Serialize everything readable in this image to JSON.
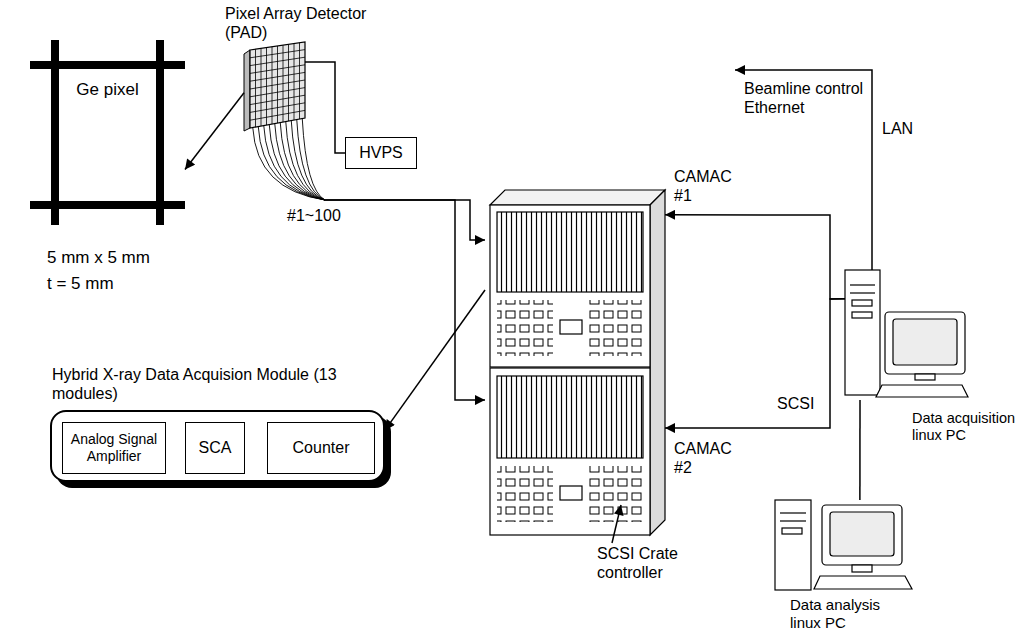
{
  "diagram": {
    "nodes": [
      {
        "text": [
          "Ge pixel"
        ]
      },
      {
        "text": [
          "Pixel Array Detector (PAD)"
        ]
      },
      {
        "text": [
          "HVPS"
        ]
      },
      {
        "text": [
          "SCSI Crate controller"
        ]
      },
      {
        "text": [
          "Hybrid X-ray Data Acquision Module (13 modules)"
        ]
      },
      {
        "text": [
          "Analog Signal Amplifier"
        ],
        "in": 4
      },
      {
        "text": [
          "SCA"
        ],
        "in": 4
      },
      {
        "text": [
          "Counter"
        ],
        "in": 4
      },
      {
        "text": [
          "Data acquisition linux PC"
        ]
      },
      {
        "text": [
          "Data analysis linux PC"
        ]
      }
    ],
    "edges": [
      {
        "from": 1,
        "to": 0,
        "arrow": "to"
      },
      {
        "from": 1,
        "to": 2,
        "arrow": "none"
      },
      {
        "from": 1,
        "to": 3,
        "arrow": "to",
        "label": "#1~100"
      },
      {
        "from": 3,
        "to": 4,
        "arrow": "to"
      },
      {
        "from": 5,
        "to": 6,
        "arrow": "none"
      },
      {
        "from": 6,
        "to": 7,
        "arrow": "none"
      },
      {
        "from": 8,
        "to": 3,
        "arrow": "to",
        "label": "SCSI"
      },
      {
        "from": 8,
        "to": 9,
        "arrow": "none"
      }
    ],
    "labels": [
      "5 mm x 5 mm",
      "t = 5 mm",
      "CAMAC #1",
      "CAMAC #2",
      "Beamline control Ethernet",
      "LAN"
    ]
  }
}
